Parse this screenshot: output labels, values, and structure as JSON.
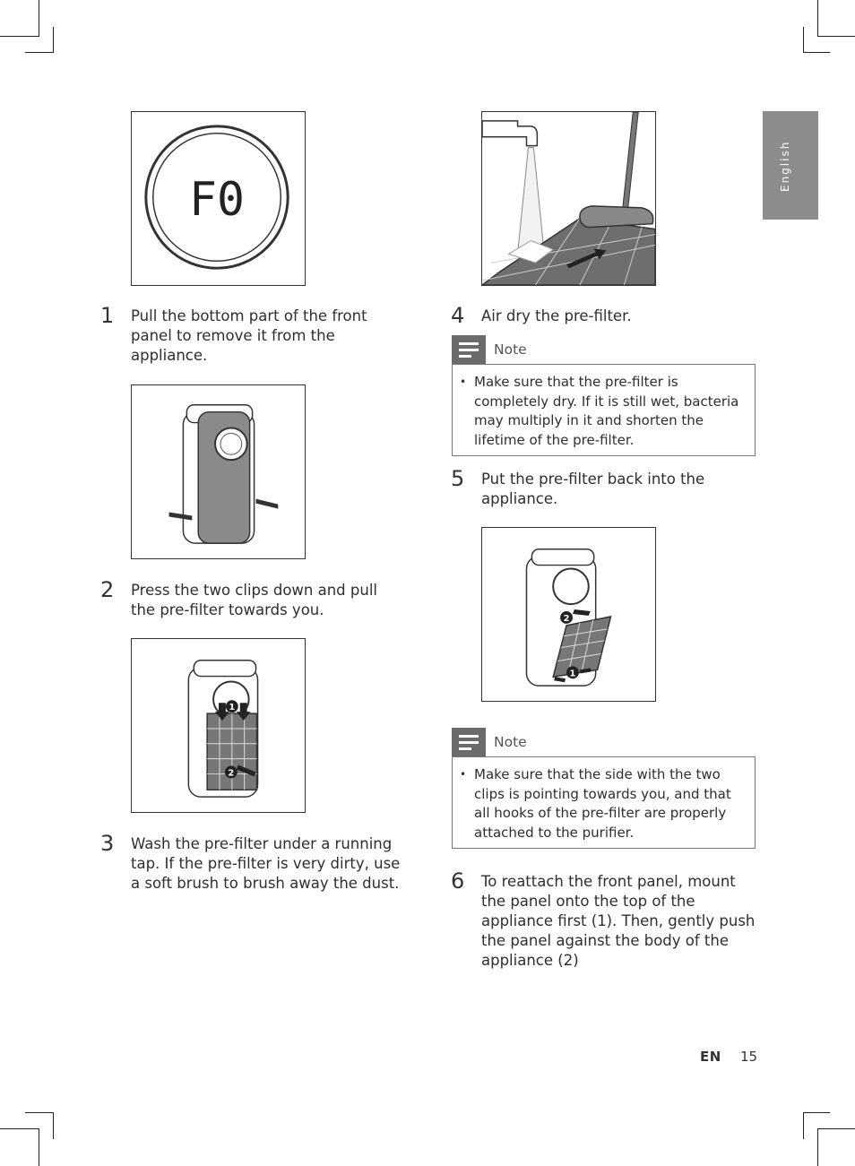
{
  "side_tab": {
    "label": "English"
  },
  "display_code": "F0",
  "steps": [
    {
      "num": "1",
      "lines": [
        "Pull the bottom part of the front",
        "panel to remove it from the",
        "appliance."
      ]
    },
    {
      "num": "2",
      "lines": [
        "Press the two clips down and pull",
        "the pre-filter towards you."
      ]
    },
    {
      "num": "3",
      "lines": [
        "Wash the pre-filter under a running",
        "tap. If the pre-filter is very dirty, use",
        "a soft brush to brush away the dust."
      ]
    },
    {
      "num": "4",
      "lines": [
        "Air dry the pre-filter."
      ]
    },
    {
      "num": "5",
      "lines": [
        "Put the pre-filter back into the",
        "appliance."
      ]
    },
    {
      "num": "6",
      "lines": [
        "To reattach the front panel, mount",
        "the panel onto the top of the",
        "appliance first (1). Then, gently push",
        "the panel against the body of the",
        "appliance (2)"
      ]
    }
  ],
  "notes": [
    {
      "label": "Note",
      "bullet": "•",
      "lines": [
        "Make sure that the pre-filter is",
        "completely dry. If it is still wet, bacteria",
        "may multiply in it and shorten the",
        "lifetime of the pre-filter."
      ]
    },
    {
      "label": "Note",
      "bullet": "•",
      "lines": [
        "Make sure that the side with the two",
        "clips is pointing towards you, and that",
        "all hooks of the pre-filter are properly",
        "attached to the purifier."
      ]
    }
  ],
  "callouts": {
    "one": "1",
    "two": "2"
  },
  "footer": {
    "lang": "EN",
    "page": "15"
  }
}
